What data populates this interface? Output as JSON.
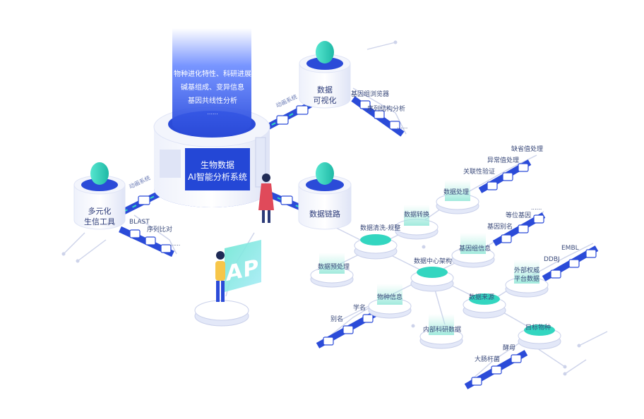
{
  "central": {
    "beam_lines": [
      "物种进化特性、科研进展",
      "碱基组成、变异信息",
      "基因共线性分析"
    ],
    "title_line1": "生物数据",
    "title_line2": "AI智能分析系统"
  },
  "towers": {
    "visualization": [
      "数据",
      "可视化"
    ],
    "tools": [
      "多元化",
      "生信工具"
    ],
    "link": "数据链路"
  },
  "pipe_labels": {
    "top": "动画系统",
    "left": "动画系统"
  },
  "api_label": "API",
  "branches": {
    "viz": [
      "基因组浏览器",
      "序列结构分析"
    ],
    "tools": [
      "BLAST",
      "序列比对"
    ],
    "processing": [
      "缺省值处理",
      "异常值处理",
      "关联性验证"
    ],
    "genome": [
      "等位基因",
      "基因别名"
    ],
    "external": [
      "EMBL",
      "DDBJ"
    ],
    "species_info": [
      "学名",
      "别名"
    ],
    "target": [
      "酵母",
      "大肠杆菌"
    ]
  },
  "nodes": {
    "data_processing": "数据处理",
    "data_transform": "数据转换",
    "data_cleaning": "数据清洗-规整",
    "data_preprocess": "数据预处理",
    "data_center": "数据中心架构",
    "genome_info": "基因组信息",
    "species_info": "物种信息",
    "internal_data": "内部科研数据",
    "data_source": "数据来源",
    "external_data": [
      "外部权威",
      "平台数据"
    ],
    "target_species": "目标物种"
  },
  "ellipsis": "......",
  "colors": {
    "primary": "#2b4bd8",
    "deep": "#1f36b8",
    "light": "#e8ecfb",
    "cyan": "#33d6c0",
    "teal_glass": "#aef0e4",
    "line": "#c9d0ea"
  }
}
